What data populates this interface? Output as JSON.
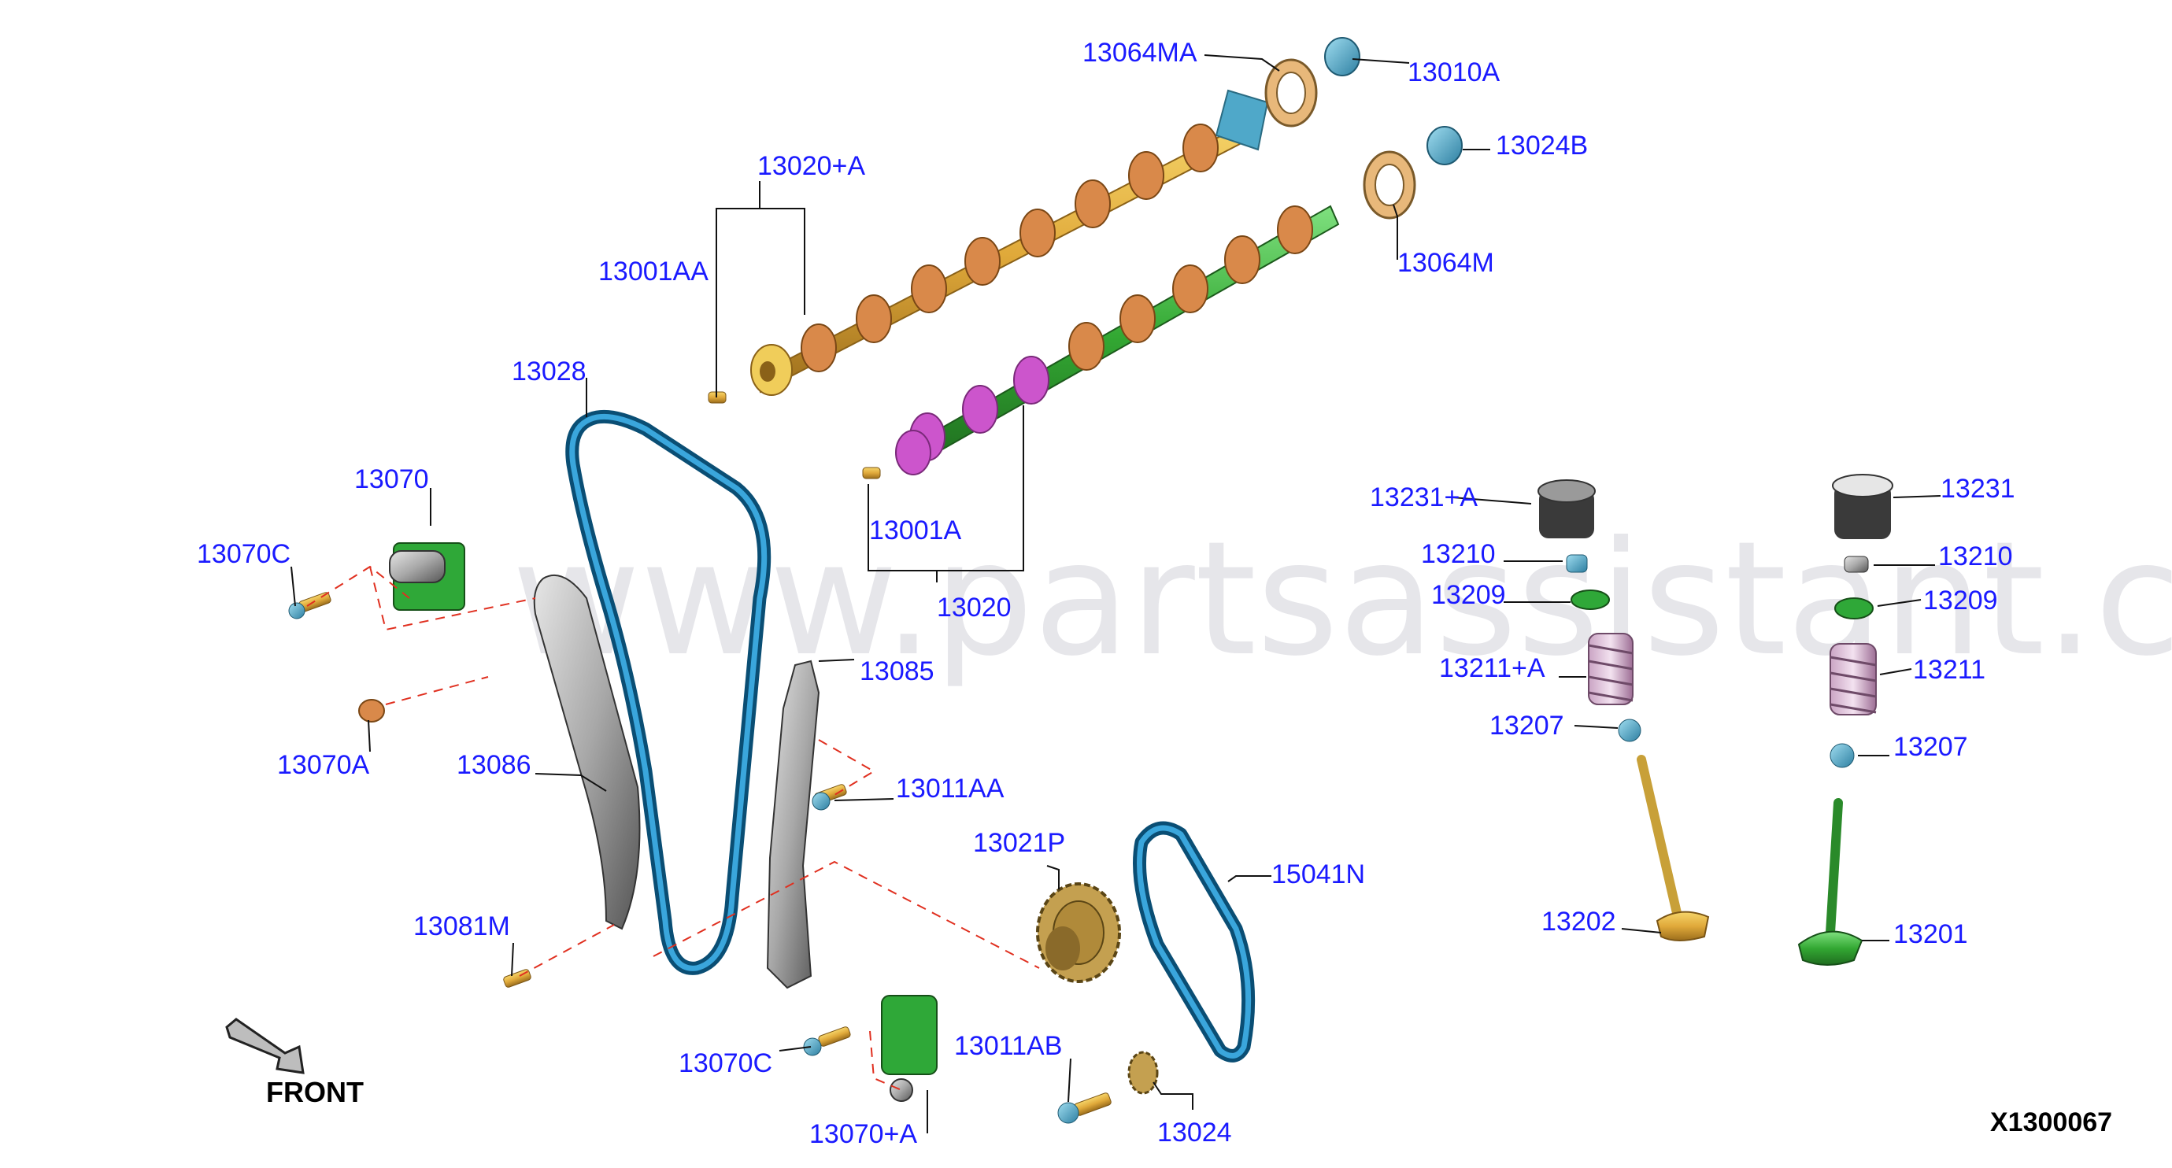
{
  "diagram": {
    "watermark": "www.partsassistant.com",
    "front_label": "FRONT",
    "diagram_code": "X1300067",
    "callouts": [
      {
        "id": "c-13064MA",
        "text": "13064MA"
      },
      {
        "id": "c-13010A",
        "text": "13010A"
      },
      {
        "id": "c-13024B",
        "text": "13024B"
      },
      {
        "id": "c-13020A",
        "text": "13020+A"
      },
      {
        "id": "c-13001AA",
        "text": "13001AA"
      },
      {
        "id": "c-13064M",
        "text": "13064M"
      },
      {
        "id": "c-13028",
        "text": "13028"
      },
      {
        "id": "c-13070",
        "text": "13070"
      },
      {
        "id": "c-13070C-top",
        "text": "13070C"
      },
      {
        "id": "c-13001A",
        "text": "13001A"
      },
      {
        "id": "c-13020",
        "text": "13020"
      },
      {
        "id": "c-13070A",
        "text": "13070A"
      },
      {
        "id": "c-13086",
        "text": "13086"
      },
      {
        "id": "c-13085",
        "text": "13085"
      },
      {
        "id": "c-13011AA",
        "text": "13011AA"
      },
      {
        "id": "c-13021P",
        "text": "13021P"
      },
      {
        "id": "c-15041N",
        "text": "15041N"
      },
      {
        "id": "c-13081M",
        "text": "13081M"
      },
      {
        "id": "c-13070C-bottom",
        "text": "13070C"
      },
      {
        "id": "c-13011AB",
        "text": "13011AB"
      },
      {
        "id": "c-13070A-plus",
        "text": "13070+A"
      },
      {
        "id": "c-13024",
        "text": "13024"
      },
      {
        "id": "c-13231A",
        "text": "13231+A"
      },
      {
        "id": "c-13210-left",
        "text": "13210"
      },
      {
        "id": "c-13209-left",
        "text": "13209"
      },
      {
        "id": "c-13211A",
        "text": "13211+A"
      },
      {
        "id": "c-13207-left",
        "text": "13207"
      },
      {
        "id": "c-13202",
        "text": "13202"
      },
      {
        "id": "c-13231",
        "text": "13231"
      },
      {
        "id": "c-13210-right",
        "text": "13210"
      },
      {
        "id": "c-13209-right",
        "text": "13209"
      },
      {
        "id": "c-13211",
        "text": "13211"
      },
      {
        "id": "c-13207-right",
        "text": "13207"
      },
      {
        "id": "c-13201",
        "text": "13201"
      }
    ],
    "colors": {
      "callout_text": "#1a1aff",
      "intake_camshaft": "#e8c14a",
      "exhaust_camshaft": "#3db33d",
      "cam_lobe": "#d9894a",
      "chain": "#0a4e74",
      "leader_dash": "#e03020"
    }
  }
}
